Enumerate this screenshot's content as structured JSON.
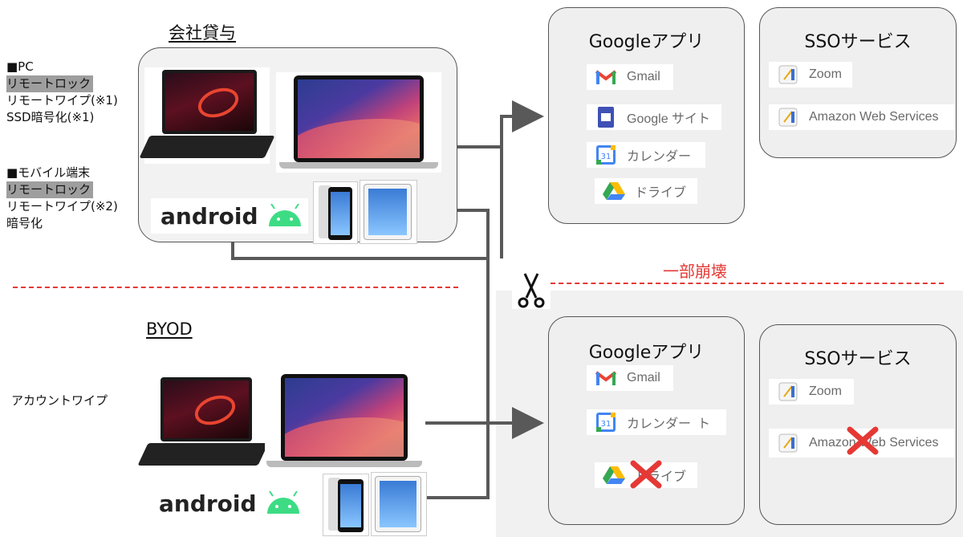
{
  "company": {
    "heading": "会社貸与",
    "pc_policy": {
      "title": "■PC",
      "items": [
        "リモートロック",
        "リモートワイプ(※1)",
        "SSD暗号化(※1)"
      ]
    },
    "mobile_policy": {
      "title": "■モバイル端末",
      "items": [
        "リモートロック",
        "リモートワイプ(※2)",
        "暗号化"
      ]
    }
  },
  "byod": {
    "heading": "BYOD",
    "policy": "アカウントワイプ"
  },
  "android_label": "android",
  "partial_break": "一部崩壊",
  "top_google": {
    "title": "Googleアプリ",
    "services": [
      {
        "label": "Gmail",
        "icon": "gmail-icon"
      },
      {
        "label": "Google サイト",
        "icon": "google-sites-icon"
      },
      {
        "label": "カレンダー",
        "icon": "google-calendar-icon"
      },
      {
        "label": "ドライブ",
        "icon": "google-drive-icon"
      }
    ]
  },
  "top_sso": {
    "title": "SSOサービス",
    "services": [
      {
        "label": "Zoom",
        "icon": "app-icon"
      },
      {
        "label": "Amazon Web Services",
        "icon": "app-icon"
      }
    ]
  },
  "bottom_google": {
    "title": "Googleアプリ",
    "services": [
      {
        "label": "Gmail",
        "icon": "gmail-icon"
      },
      {
        "label": "カレンダー",
        "icon": "google-calendar-icon",
        "suffix": "ト"
      },
      {
        "label": "ドライブ",
        "icon": "google-drive-icon",
        "broken": true
      }
    ]
  },
  "bottom_sso": {
    "title": "SSOサービス",
    "services": [
      {
        "label": "Zoom",
        "icon": "app-icon"
      },
      {
        "label": "Amazon Web Services",
        "icon": "app-icon",
        "broken": true
      }
    ]
  },
  "colors": {
    "accent_red": "#e53935",
    "line": "#595959",
    "highlight": "#9e9e9e"
  }
}
